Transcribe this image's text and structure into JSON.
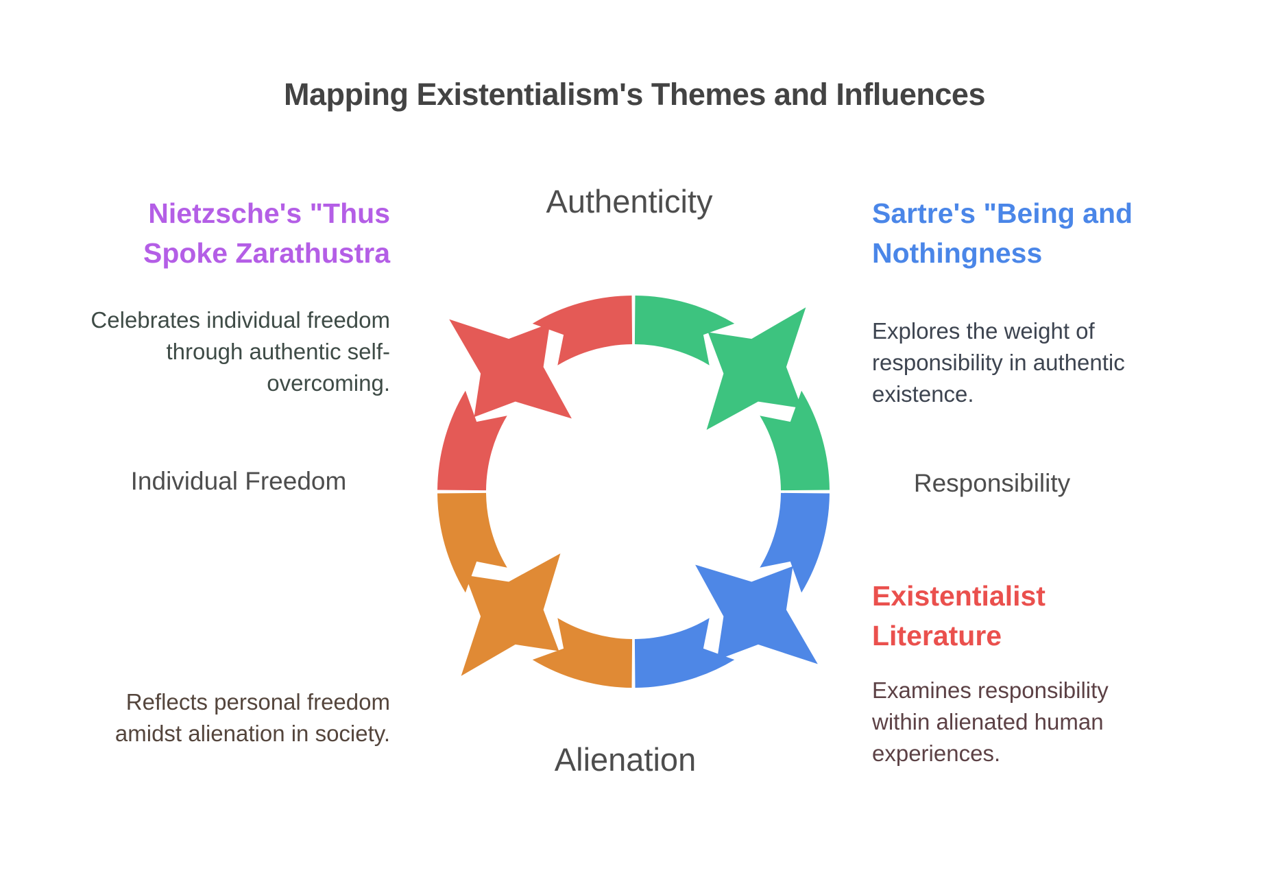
{
  "title": "Mapping Existentialism's Themes and Influences",
  "cycle": {
    "labels": {
      "top": "Authenticity",
      "right": "Responsibility",
      "bottom": "Alienation",
      "left": "Individual Freedom"
    },
    "segment_colors": {
      "top_left": "#E45A56",
      "top_right": "#3DC37F",
      "bottom_right": "#4E87E6",
      "bottom_left": "#E08A35"
    }
  },
  "sections": {
    "nietzsche": {
      "heading": {
        "lines": [
          "Nietzsche's \"Thus",
          "Spoke Zarathustra"
        ],
        "color": "#B45EE6"
      },
      "body": {
        "lines": [
          "Celebrates individual freedom",
          "through authentic self-",
          "overcoming."
        ],
        "color": "#3E4B46"
      }
    },
    "sartre": {
      "heading": {
        "lines": [
          "Sartre's \"Being and",
          "Nothingness"
        ],
        "color": "#4A86E8"
      },
      "body": {
        "lines": [
          "Explores the weight of",
          "responsibility in authentic",
          "existence."
        ],
        "color": "#3D4450"
      }
    },
    "literature": {
      "heading": {
        "lines": [
          "Existentialist",
          "Literature"
        ],
        "color": "#EA504D"
      },
      "body": {
        "lines": [
          "Examines responsibility",
          "within alienated human",
          "experiences."
        ],
        "color": "#5C4145"
      }
    },
    "reflection": {
      "body": {
        "lines": [
          "Reflects personal freedom",
          "amidst alienation in society."
        ],
        "color": "#54453C"
      }
    }
  }
}
